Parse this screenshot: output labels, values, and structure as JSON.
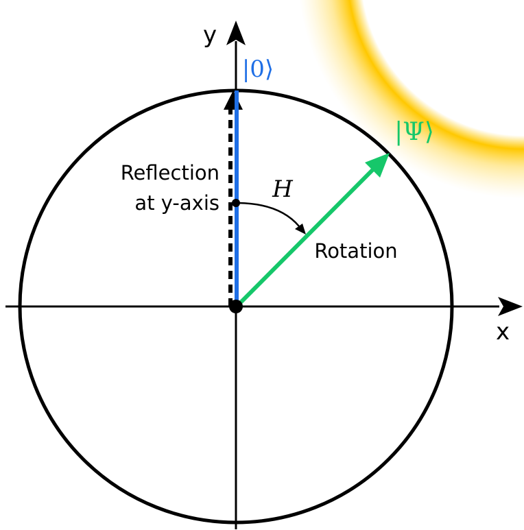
{
  "axes": {
    "x_label": "x",
    "y_label": "y"
  },
  "states": {
    "zero": {
      "label": "|0⟩",
      "color": "#1f6fe6"
    },
    "psi": {
      "label": "|Ψ⟩",
      "color": "#16c76a"
    }
  },
  "annotations": {
    "reflection_line1": "Reflection",
    "reflection_line2": "at y-axis",
    "operator": "H",
    "rotation": "Rotation"
  },
  "colors": {
    "stroke": "#000000",
    "glow": "#ffc800"
  }
}
